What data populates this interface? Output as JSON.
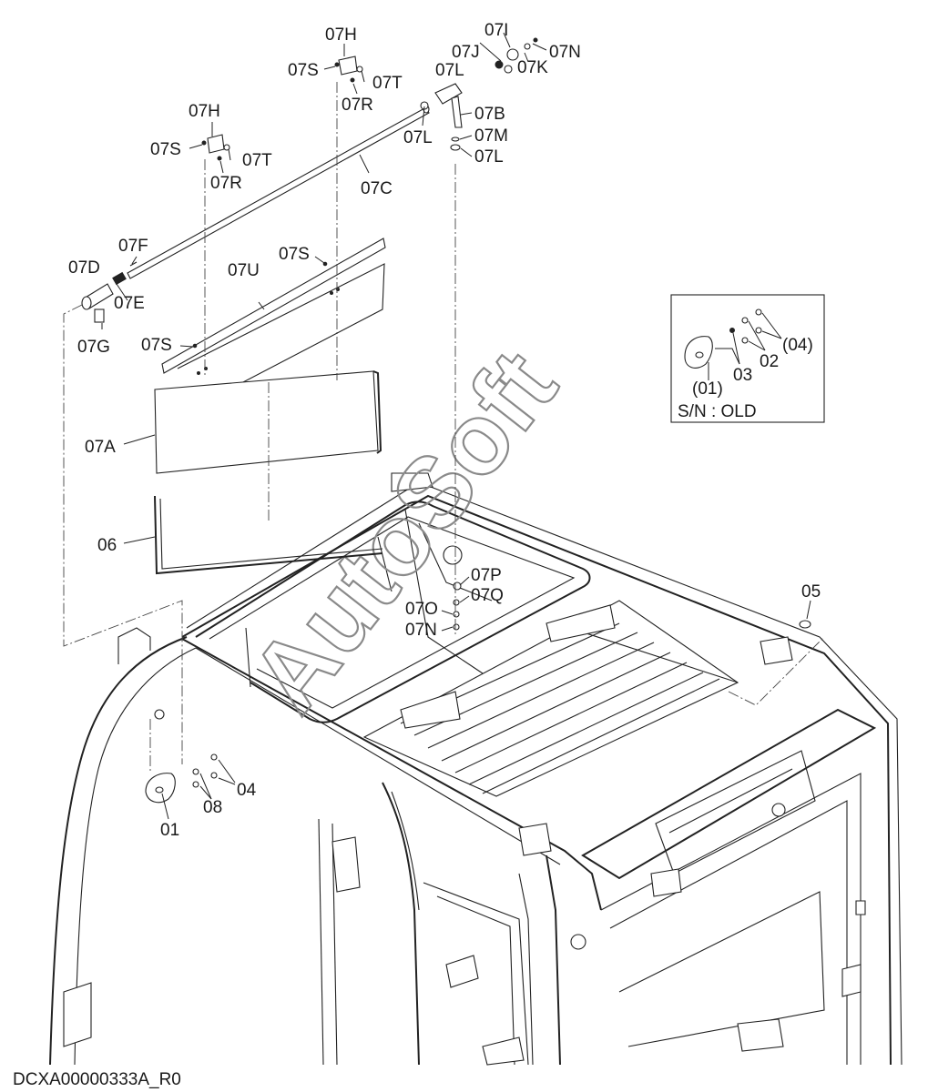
{
  "labels": {
    "l07h_top": "07H",
    "l07s_top": "07S",
    "l07t_top": "07T",
    "l07r_top": "07R",
    "l07i": "07I",
    "l07j": "07J",
    "l07n_top": "07N",
    "l07l_top": "07L",
    "l07k": "07K",
    "l07b": "07B",
    "l07l_mid": "07L",
    "l07m": "07M",
    "l07l_bot": "07L",
    "l07h_left": "07H",
    "l07s_left": "07S",
    "l07t_left": "07T",
    "l07r_left": "07R",
    "l07c": "07C",
    "l07f": "07F",
    "l07s_panel_top": "07S",
    "l07d": "07D",
    "l07u": "07U",
    "l07e": "07E",
    "l07g": "07G",
    "l07s_panel_left": "07S",
    "l07a": "07A",
    "l06": "06",
    "l07p": "07P",
    "l07q": "07Q",
    "l07o": "07O",
    "l07n_bot": "07N",
    "l05": "05",
    "l04": "04",
    "l08": "08",
    "l01": "01"
  },
  "inset": {
    "part_01": "(01)",
    "part_03": "03",
    "part_02": "02",
    "part_04": "(04)",
    "serial_note": "S/N : OLD"
  },
  "watermark": "AutoSoft",
  "drawing_code": "DCXA00000333A_R0"
}
